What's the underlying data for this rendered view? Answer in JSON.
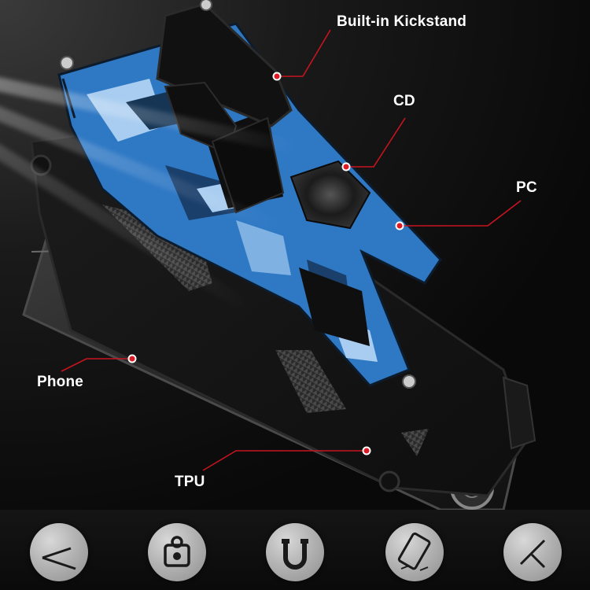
{
  "callouts": {
    "kickstand": "Built-in Kickstand",
    "cd": "CD",
    "pc": "PC",
    "phone": "Phone",
    "tpu": "TPU"
  },
  "colors": {
    "leader_line": "#c8141e",
    "marker_dot": "#e01a24",
    "camo_blue": "#2f78c4",
    "label_text": "#ffffff"
  },
  "feature_icons": [
    {
      "name": "kickstand-angle-icon"
    },
    {
      "name": "shield-ring-icon"
    },
    {
      "name": "magnet-icon"
    },
    {
      "name": "shockproof-phone-icon"
    },
    {
      "name": "scratch-resistant-icon"
    }
  ]
}
